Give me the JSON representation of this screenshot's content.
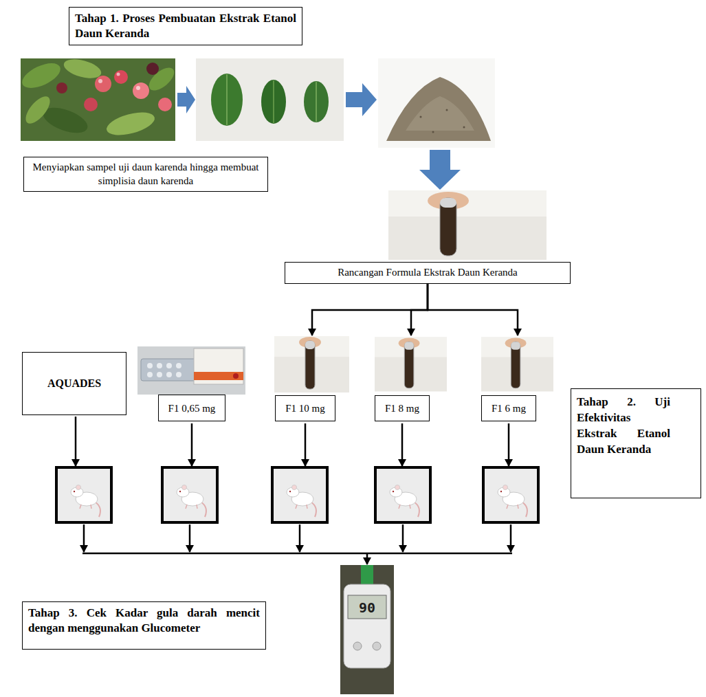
{
  "diagram": {
    "nodes": [
      {
        "text": [
          "Tahap 1. Proses Pembuatan Ekstrak Etanol Daun Keranda"
        ]
      },
      {
        "text": [
          "Menyiapkan sampel uji daun karenda hingga membuat simplisia daun karenda"
        ]
      },
      {
        "text": [
          "Rancangan Formula Ekstrak Daun Keranda"
        ]
      },
      {
        "text": [
          "AQUADES"
        ]
      },
      {
        "text": [
          "F1 0,65 mg"
        ]
      },
      {
        "text": [
          "F1 10 mg"
        ]
      },
      {
        "text": [
          "F1 8 mg"
        ]
      },
      {
        "text": [
          "F1 6 mg"
        ]
      },
      {
        "text": [
          "Tahap 2. Uji Efektivitas Ekstrak Etanol Daun Keranda"
        ]
      },
      {
        "text": [
          "Tahap 3. Cek Kadar gula darah mencit dengan menggunakan Glucometer"
        ]
      }
    ],
    "edges": [
      {
        "from": 2,
        "to": 5,
        "arrow": "to"
      },
      {
        "from": 2,
        "to": 6,
        "arrow": "to"
      },
      {
        "from": 2,
        "to": 7,
        "arrow": "to"
      }
    ],
    "labels": [
      "90"
    ]
  }
}
